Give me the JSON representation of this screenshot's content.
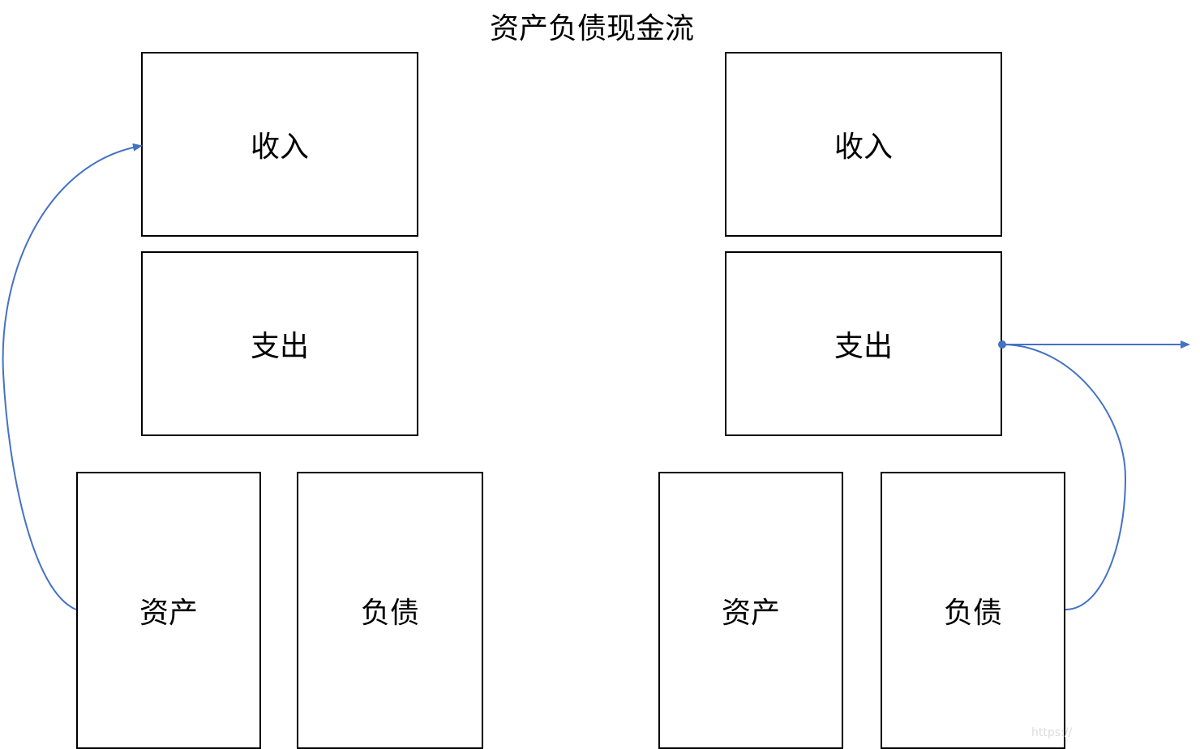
{
  "title": "资产负债现金流",
  "left_group": {
    "income_label": "收入",
    "expense_label": "支出",
    "asset_label": "资产",
    "liability_label": "负债"
  },
  "right_group": {
    "income_label": "收入",
    "expense_label": "支出",
    "asset_label": "资产",
    "liability_label": "负债"
  },
  "watermark": "https://",
  "colors": {
    "box_border": "#000000",
    "connector": "#4472c4",
    "text": "#000000"
  }
}
